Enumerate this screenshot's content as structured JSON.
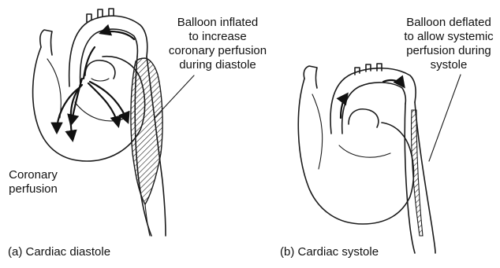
{
  "panel_a": {
    "annotation_lines": [
      "Balloon inflated",
      "to increase",
      "coronary perfusion",
      "during diastole"
    ],
    "perfusion_lines": [
      "Coronary",
      "perfusion"
    ],
    "caption": "(a) Cardiac diastole"
  },
  "panel_b": {
    "annotation_lines": [
      "Balloon deflated",
      "to allow systemic",
      "perfusion during",
      "systole"
    ],
    "caption": "(b) Cardiac systole"
  },
  "colors": {
    "ink": "#1a1a1a",
    "background": "#ffffff"
  }
}
